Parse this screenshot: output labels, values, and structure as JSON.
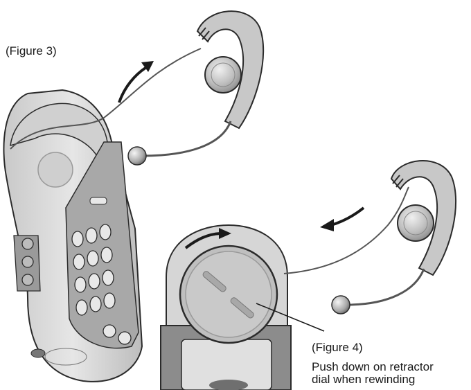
{
  "figure3": {
    "caption": "(Figure 3)"
  },
  "figure4": {
    "caption": "(Figure 4)",
    "note_line1": "Push down on retractor",
    "note_line2": "dial when rewinding"
  },
  "colors": {
    "body_gray": "#d9d9d9",
    "dark_gray": "#8c8c8c",
    "outline": "#2b2b2b",
    "keypad": "#a6a6a6",
    "earpiece": "#c8c8c8"
  },
  "icons": [
    "rotation-arrow-icon",
    "earpiece-icon",
    "microphone-icon",
    "keypad-icon"
  ]
}
